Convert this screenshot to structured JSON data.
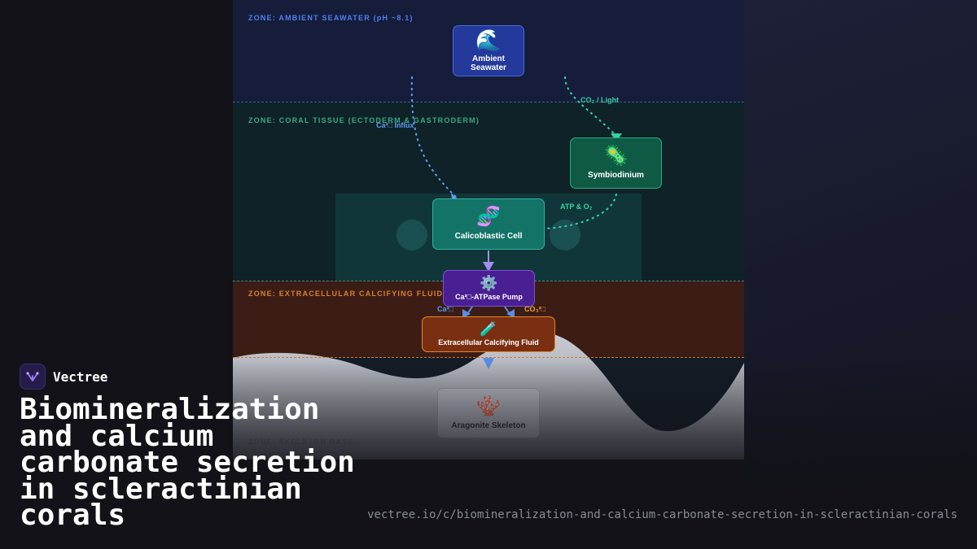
{
  "diagram": {
    "zones": [
      {
        "id": "seawater",
        "label": "ZONE: AMBIENT SEAWATER (pH ~8.1)",
        "color": "#4f7ff0"
      },
      {
        "id": "tissue",
        "label": "ZONE: CORAL TISSUE (ECTODERM & GASTRODERM)",
        "color": "#3aa886"
      },
      {
        "id": "ecf",
        "label": "ZONE: EXTRACELLULAR CALCIFYING FLUID",
        "color": "#d9802c"
      },
      {
        "id": "skeleton",
        "label": "ZONE: SKELETON BASE",
        "color": "#6f7888"
      }
    ],
    "nodes": {
      "seawater": {
        "icon": "wave-icon",
        "glyph": "🌊",
        "label": "Ambient Seawater"
      },
      "symbiodinium": {
        "icon": "microbe-icon",
        "glyph": "🦠",
        "label": "Symbiodinium"
      },
      "calicoblastic": {
        "icon": "dna-icon",
        "glyph": "🧬",
        "label": "Calicoblastic Cell"
      },
      "pump": {
        "icon": "gear-icon",
        "glyph": "⚙️",
        "label": "Ca²□-ATPase Pump"
      },
      "ecf": {
        "icon": "test-tube-icon",
        "glyph": "🧪",
        "label": "Extracellular Calcifying Fluid"
      },
      "skeleton": {
        "icon": "coral-icon",
        "glyph": "🪸",
        "label": "Aragonite Skeleton"
      }
    },
    "edge_labels": {
      "ca_influx": "Ca²□ Influx",
      "co2_light": "CO₂ / Light",
      "atp_o2": "ATP & O₂",
      "ca_out": "Ca²□",
      "co3_out": "CO₃²□"
    },
    "colors": {
      "seawater_edge": "#5b9cf0",
      "symbiont_edge": "#34d1a6",
      "pump_edge": "#a58cf2",
      "skeleton_edge": "#5a8ee8"
    }
  },
  "brand": {
    "name": "Vectree",
    "logo_icon": "vectree-logo-icon"
  },
  "page": {
    "title": "Biomineralization and calcium carbonate secretion in scleractinian corals",
    "url": "vectree.io/c/biomineralization-and-calcium-carbonate-secretion-in-scleractinian-corals"
  }
}
